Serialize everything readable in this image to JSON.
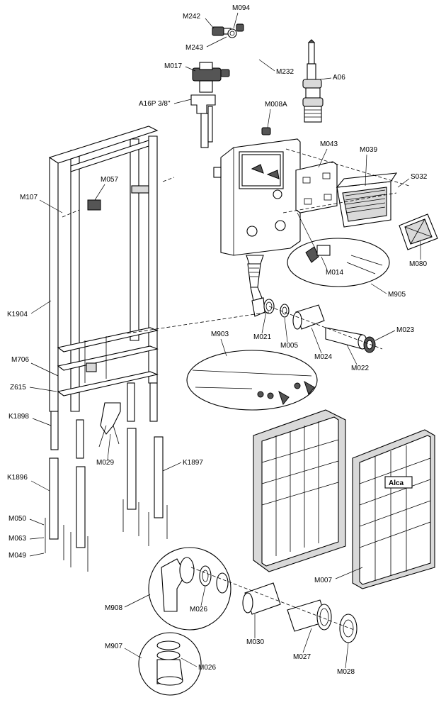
{
  "labels": {
    "M242": "M242",
    "M094": "M094",
    "M243": "M243",
    "M232": "M232",
    "M017": "M017",
    "A06": "A06",
    "A16P": "A16P 3/8\"",
    "M008A": "M008A",
    "M043": "M043",
    "M039": "M039",
    "S032": "S032",
    "M057": "M057",
    "M107": "M107",
    "M080": "M080",
    "M014": "M014",
    "M905": "M905",
    "K1904": "K1904",
    "M021": "M021",
    "M005": "M005",
    "M023": "M023",
    "M903": "M903",
    "M024": "M024",
    "M022": "M022",
    "M706": "M706",
    "Z615": "Z615",
    "K1898": "K1898",
    "M029": "M029",
    "K1897": "K1897",
    "K1896": "K1896",
    "M050": "M050",
    "M063": "M063",
    "M049": "M049",
    "M007": "M007",
    "M908": "M908",
    "M026a": "M026",
    "M030": "M030",
    "M027": "M027",
    "M028": "M028",
    "M907": "M907",
    "M026b": "M026"
  },
  "brand": {
    "logo_text": "Alca"
  }
}
